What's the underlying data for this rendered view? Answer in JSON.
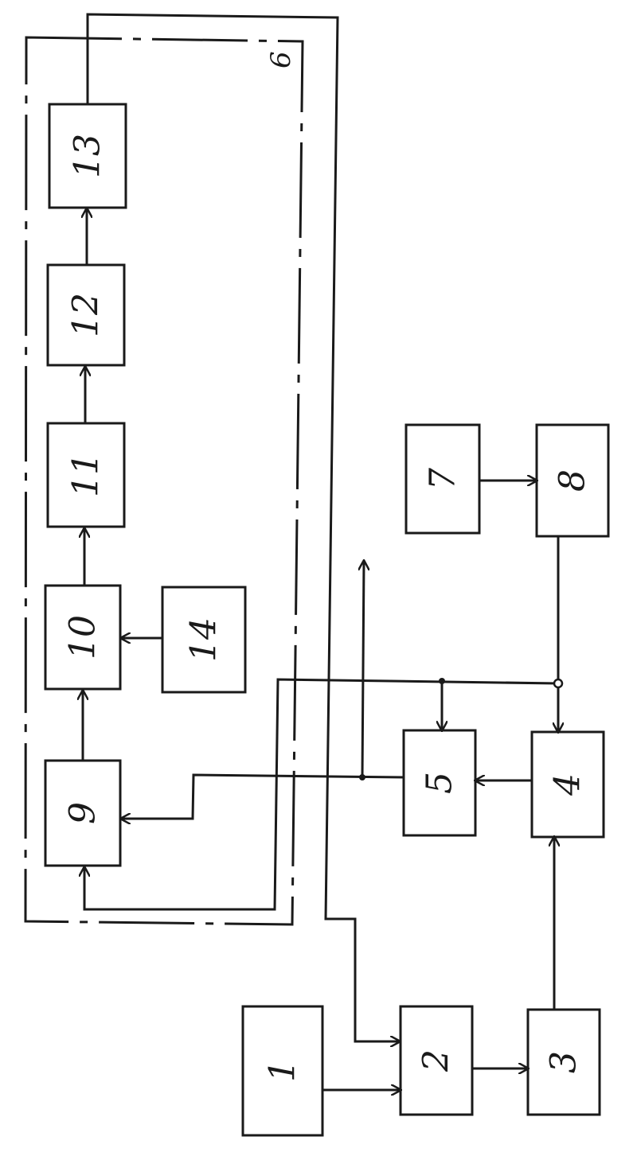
{
  "diagram": {
    "blocks": [
      {
        "id": "1",
        "label": "1"
      },
      {
        "id": "2",
        "label": "2"
      },
      {
        "id": "3",
        "label": "3"
      },
      {
        "id": "4",
        "label": "4"
      },
      {
        "id": "5",
        "label": "5"
      },
      {
        "id": "7",
        "label": "7"
      },
      {
        "id": "8",
        "label": "8"
      },
      {
        "id": "9",
        "label": "9"
      },
      {
        "id": "10",
        "label": "10"
      },
      {
        "id": "11",
        "label": "11"
      },
      {
        "id": "12",
        "label": "12"
      },
      {
        "id": "13",
        "label": "13"
      },
      {
        "id": "14",
        "label": "14"
      }
    ],
    "group_label": "6",
    "connections": [
      {
        "from": "1",
        "to": "2"
      },
      {
        "from": "2",
        "to": "3"
      },
      {
        "from": "3",
        "to": "4"
      },
      {
        "from": "4",
        "to": "5"
      },
      {
        "from": "7",
        "to": "8"
      },
      {
        "from": "8",
        "to": "4"
      },
      {
        "from": "8",
        "to": "5"
      },
      {
        "from": "8",
        "to": "9"
      },
      {
        "from": "5",
        "to": "9"
      },
      {
        "from": "5",
        "to": "output"
      },
      {
        "from": "9",
        "to": "10"
      },
      {
        "from": "14",
        "to": "10"
      },
      {
        "from": "10",
        "to": "11"
      },
      {
        "from": "11",
        "to": "12"
      },
      {
        "from": "12",
        "to": "13"
      },
      {
        "from": "13",
        "to": "2"
      }
    ],
    "stroke_color": "#1a1a1a",
    "background_color": "#ffffff"
  }
}
